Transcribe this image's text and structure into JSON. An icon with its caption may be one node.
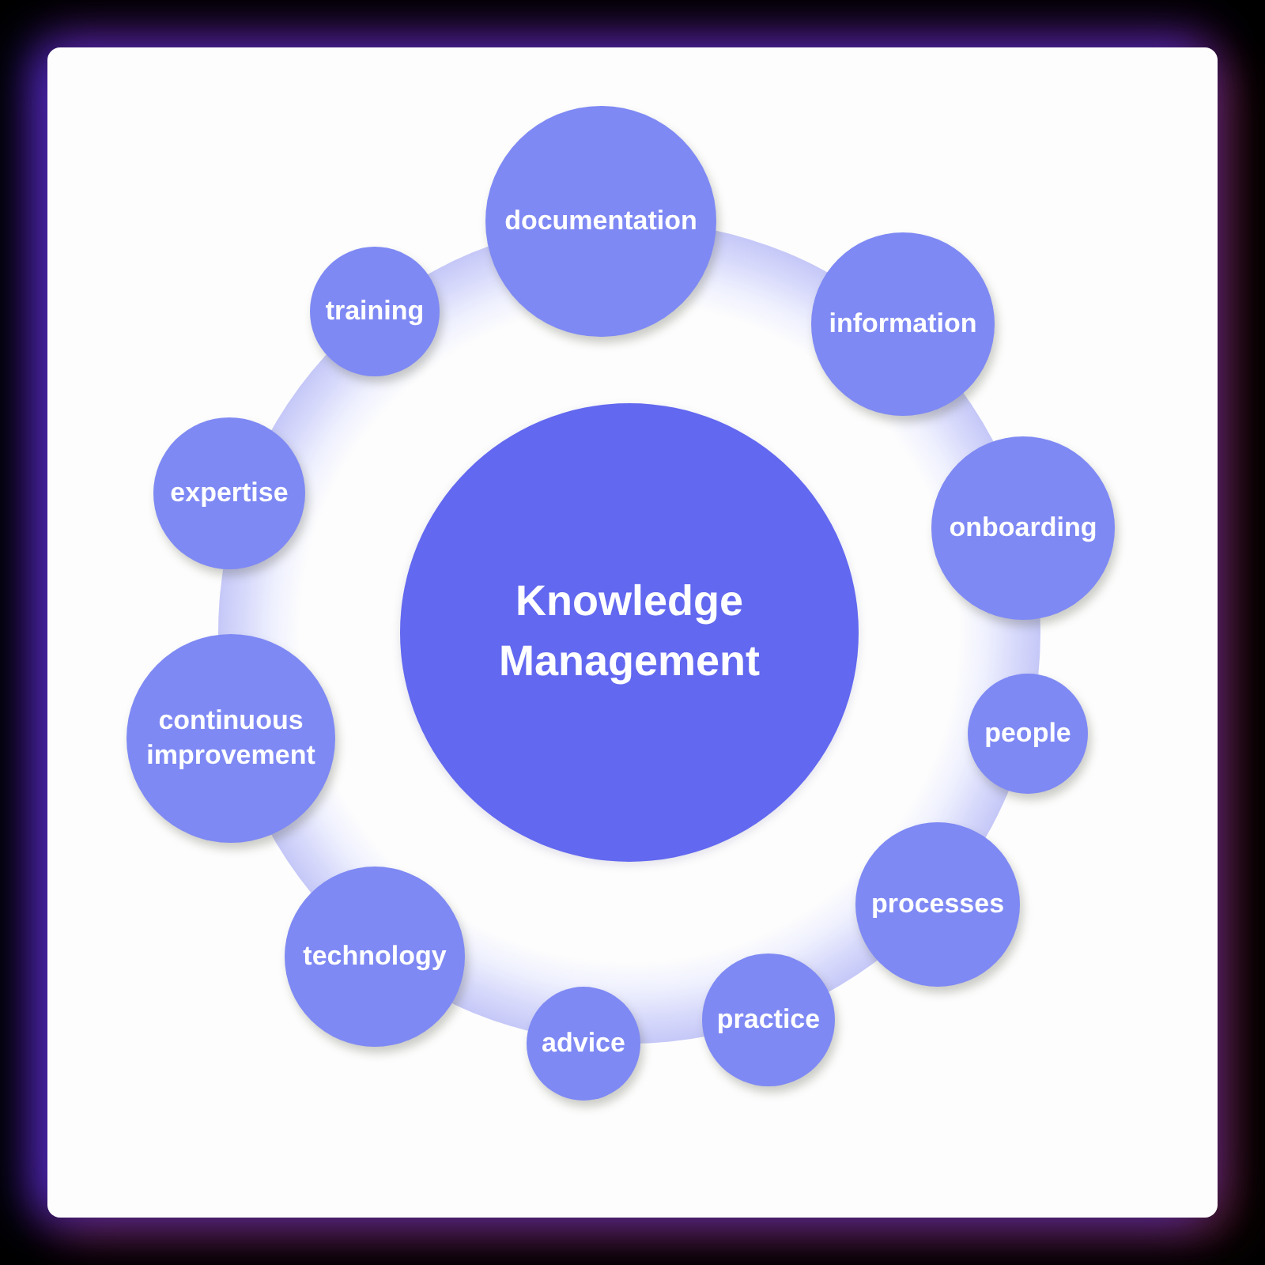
{
  "diagram": {
    "nodes": [
      {
        "text": [
          "Knowledge Management"
        ]
      },
      {
        "text": [
          "documentation"
        ]
      },
      {
        "text": [
          "information"
        ]
      },
      {
        "text": [
          "onboarding"
        ]
      },
      {
        "text": [
          "people"
        ]
      },
      {
        "text": [
          "processes"
        ]
      },
      {
        "text": [
          "practice"
        ]
      },
      {
        "text": [
          "advice"
        ]
      },
      {
        "text": [
          "technology"
        ]
      },
      {
        "text": [
          "continuous improvement"
        ]
      },
      {
        "text": [
          "expertise"
        ]
      },
      {
        "text": [
          "training"
        ]
      }
    ]
  }
}
